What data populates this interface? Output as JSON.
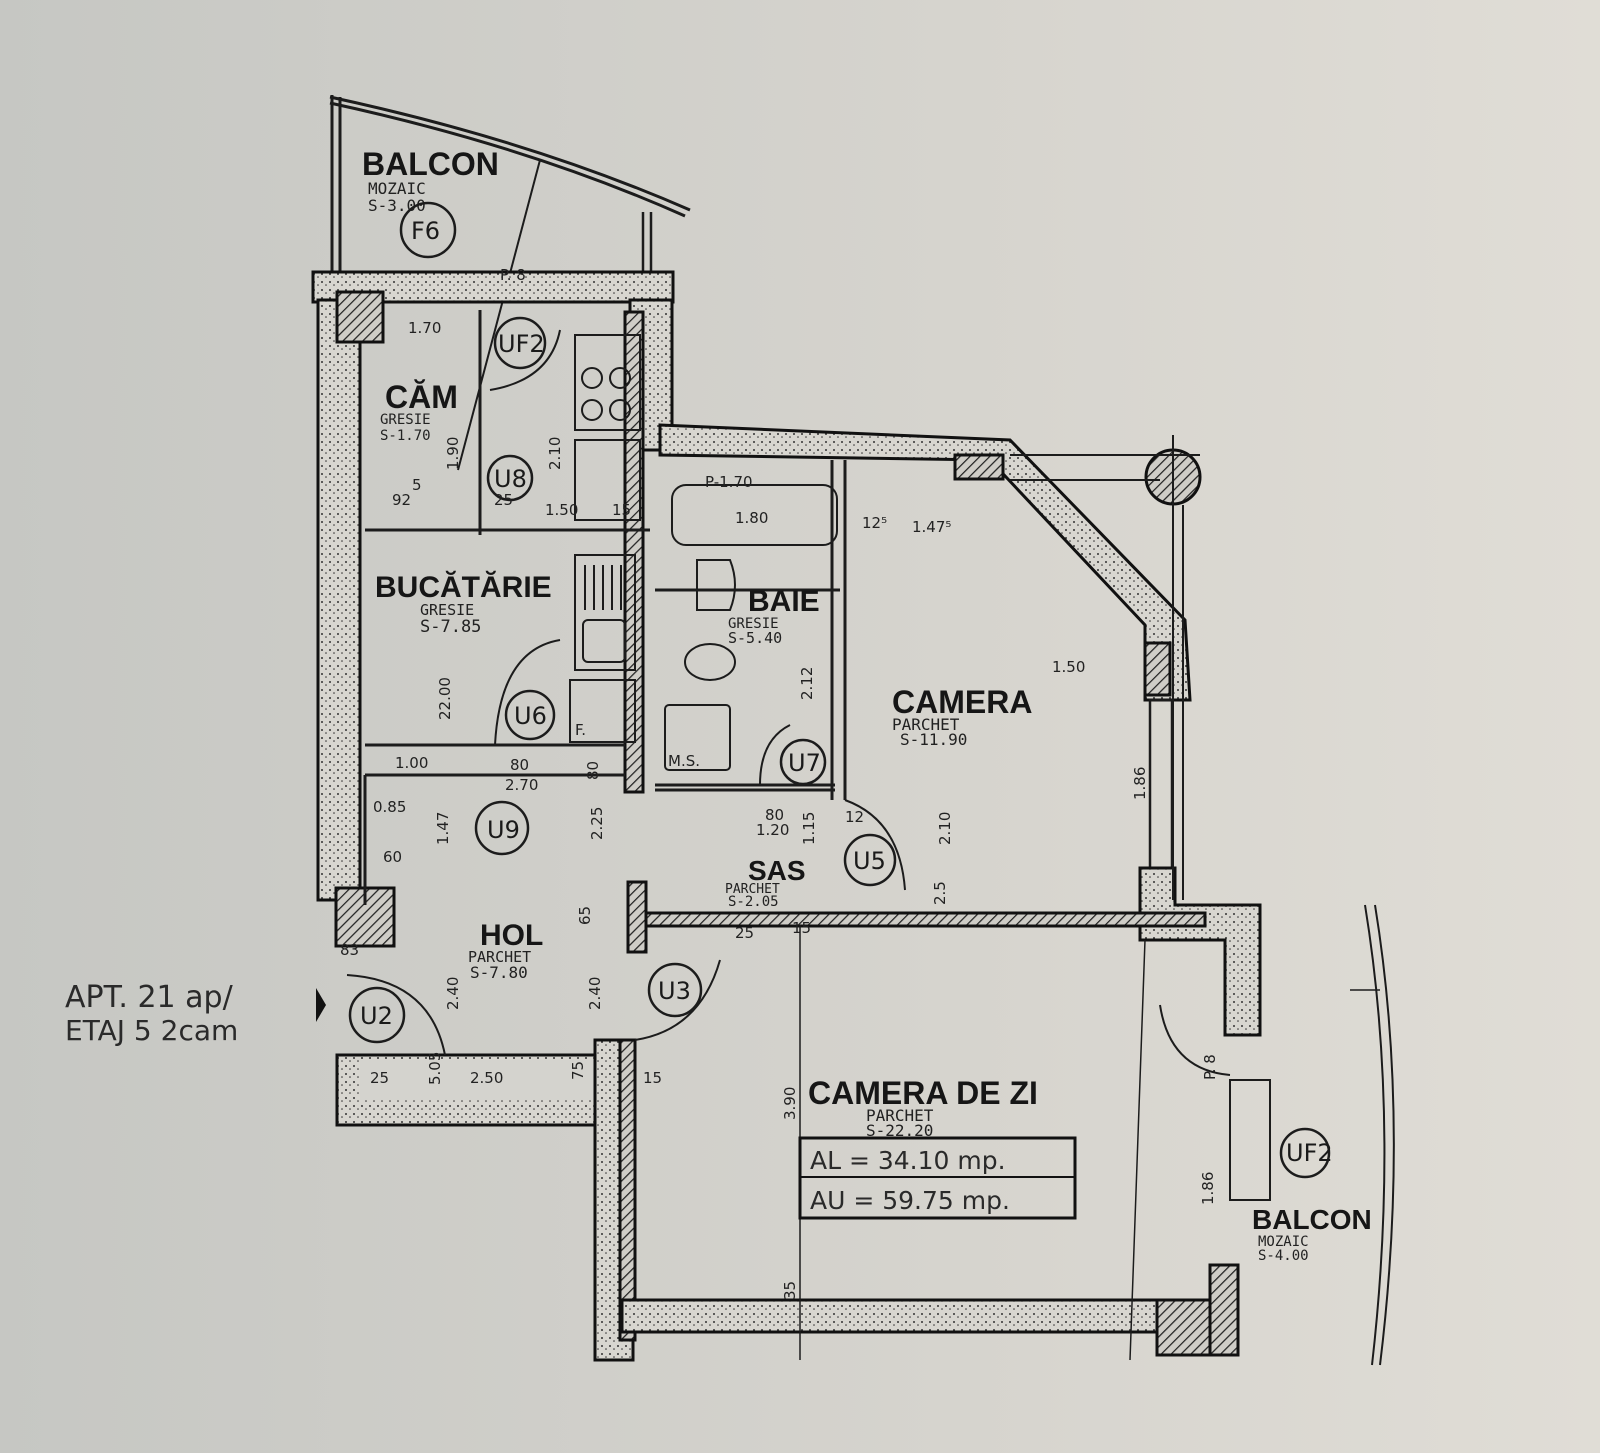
{
  "rooms": [
    {
      "name": "BALCON",
      "floor": "MOZAIC",
      "area": "S-3.00"
    },
    {
      "name": "CĂM",
      "floor": "GRESIE",
      "area": "S-1.70"
    },
    {
      "name": "BUCĂTĂRIE",
      "floor": "GRESIE",
      "area": "S-7.85"
    },
    {
      "name": "BAIE",
      "floor": "GRESIE",
      "area": "S-5.40"
    },
    {
      "name": "CAMERA",
      "floor": "PARCHET",
      "area": "S-11.90"
    },
    {
      "name": "SAS",
      "floor": "PARCHET",
      "area": "S-2.05"
    },
    {
      "name": "HOL",
      "floor": "PARCHET",
      "area": "S-7.80"
    },
    {
      "name": "CAMERA DE ZI",
      "floor": "PARCHET",
      "area": "S-22.20"
    },
    {
      "name": "BALCON",
      "floor": "MOZAIC",
      "area": "S-4.00"
    }
  ],
  "door_tags": [
    "F6",
    "UF2",
    "U8",
    "U6",
    "U7",
    "U9",
    "U5",
    "U3",
    "U2",
    "UF2"
  ],
  "fixture_labels": [
    "F.",
    "M.S."
  ],
  "dimensions": [
    "P. 8",
    "1.70",
    "1.90",
    "2.10",
    "5",
    "92",
    "25",
    "1.50",
    "15",
    "P-1.70",
    "1.80",
    "12⁵",
    "1.47⁵",
    "1.50",
    "2.12",
    "22.00",
    "1.00",
    "80",
    "2.70",
    "80",
    "1.47",
    "0.85",
    "60",
    "2.25",
    "80",
    "1.20",
    "1.15",
    "12",
    "2.10",
    "2.5",
    "1.86",
    "2.40",
    "2.40",
    "65",
    "25",
    "15",
    "3.90",
    "25",
    "2.50",
    "15",
    "5.05",
    "75",
    "35",
    "P. 8",
    "1.86",
    "83"
  ],
  "area_summary": {
    "al": "AL = 34.10 mp.",
    "au": "AU = 59.75 mp."
  },
  "apartment_note": {
    "line1": "APT. 21 ap/",
    "line2": "ETAJ 5 2cam"
  }
}
